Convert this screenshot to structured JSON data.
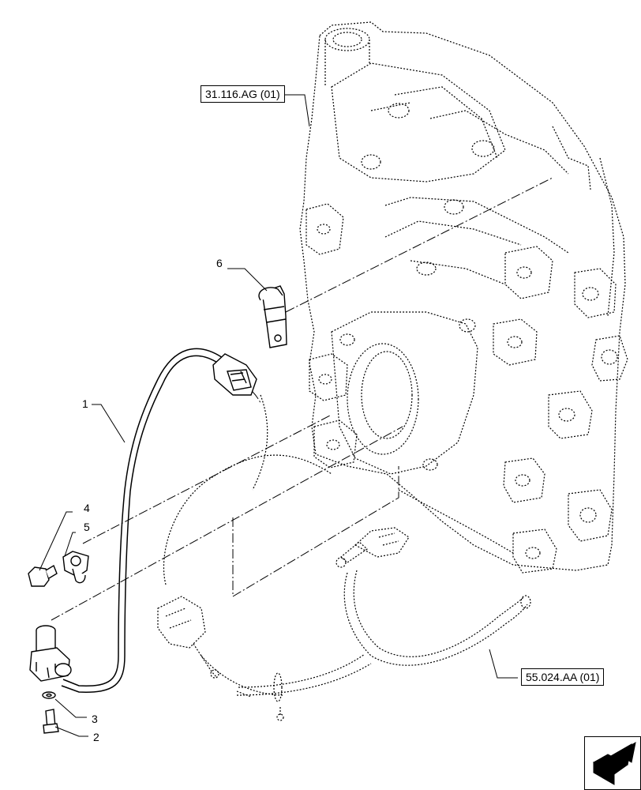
{
  "references": {
    "top_ref": "31.116.AG (01)",
    "bottom_ref": "55.024.AA (01)"
  },
  "callouts": {
    "c1": "1",
    "c2": "2",
    "c3": "3",
    "c4": "4",
    "c5": "5",
    "c6": "6"
  },
  "icons": {
    "nav": "next-page-arrow-icon"
  },
  "colors": {
    "line": "#000000",
    "background": "#ffffff"
  }
}
